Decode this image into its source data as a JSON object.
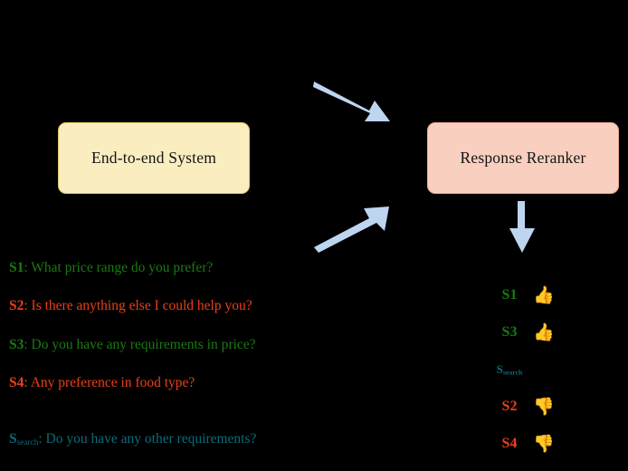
{
  "diagram": {
    "background": "#000000",
    "arrow_color": "#bed5f0"
  },
  "boxes": {
    "end_to_end": {
      "label": "End-to-end System",
      "fill": "#faeec0",
      "border": "#e0c86a"
    },
    "reranker": {
      "label": "Response Reranker",
      "fill": "#f9cfc0",
      "border": "#eda893"
    }
  },
  "arrows": [
    {
      "name": "arrow-to-reranker-top",
      "direction": "down-right"
    },
    {
      "name": "arrow-to-reranker-bottom",
      "direction": "up-right"
    },
    {
      "name": "arrow-reranker-output",
      "direction": "down"
    }
  ],
  "colors": {
    "green": "#1a7a10",
    "orange": "#e8401a",
    "teal": "#0b6b7a"
  },
  "sentences": [
    {
      "id": "S1",
      "label": "S1",
      "sub": "",
      "text": ": What price range do you prefer?",
      "color": "#1a7a10"
    },
    {
      "id": "S2",
      "label": "S2",
      "sub": "",
      "text": ": Is there anything else I could help you?",
      "color": "#e8401a"
    },
    {
      "id": "S3",
      "label": "S3",
      "sub": "",
      "text": ": Do you have any requirements in price?",
      "color": "#1a7a10"
    },
    {
      "id": "S4",
      "label": "S4",
      "sub": "",
      "text": ": Any preference in food type?",
      "color": "#e8401a"
    },
    {
      "id": "Ssearch",
      "label": "S",
      "sub": "search",
      "text": ": Do you have any other requirements?",
      "color": "#0b6b7a"
    }
  ],
  "ranking": [
    {
      "id": "S1",
      "label": "S1",
      "sub": "",
      "icon": "thumbs-up",
      "glyph": "👍",
      "color": "#1a7a10"
    },
    {
      "id": "S3",
      "label": "S3",
      "sub": "",
      "icon": "thumbs-up",
      "glyph": "👍",
      "color": "#1a7a10"
    },
    {
      "id": "Ssearch",
      "label": "S",
      "sub": "search",
      "icon": "none",
      "glyph": "",
      "color": "#0b6b7a"
    },
    {
      "id": "S2",
      "label": "S2",
      "sub": "",
      "icon": "thumbs-down",
      "glyph": "👎",
      "color": "#e8401a"
    },
    {
      "id": "S4",
      "label": "S4",
      "sub": "",
      "icon": "thumbs-down",
      "glyph": "👎",
      "color": "#e8401a"
    }
  ]
}
